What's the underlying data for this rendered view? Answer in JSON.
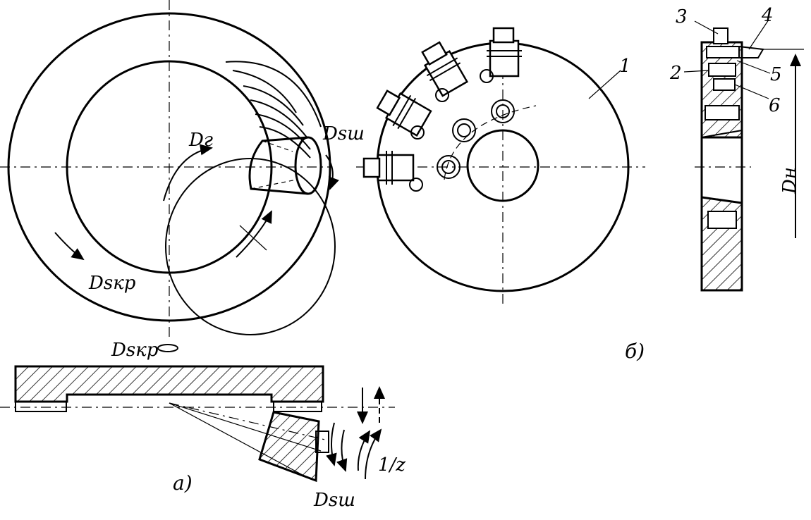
{
  "labels": {
    "dg": "Dг",
    "dsw_top": "Dsш",
    "dskr_ring": "Dsкр",
    "dskr_axis": "Dsкр",
    "dsw_bottom": "Dsш",
    "inv_z": "1/z",
    "fig_a": "а)",
    "fig_b": "б)",
    "dn": "Dн"
  },
  "parts": {
    "p1": "1",
    "p2": "2",
    "p3": "3",
    "p4": "4",
    "p5": "5",
    "p6": "6"
  }
}
